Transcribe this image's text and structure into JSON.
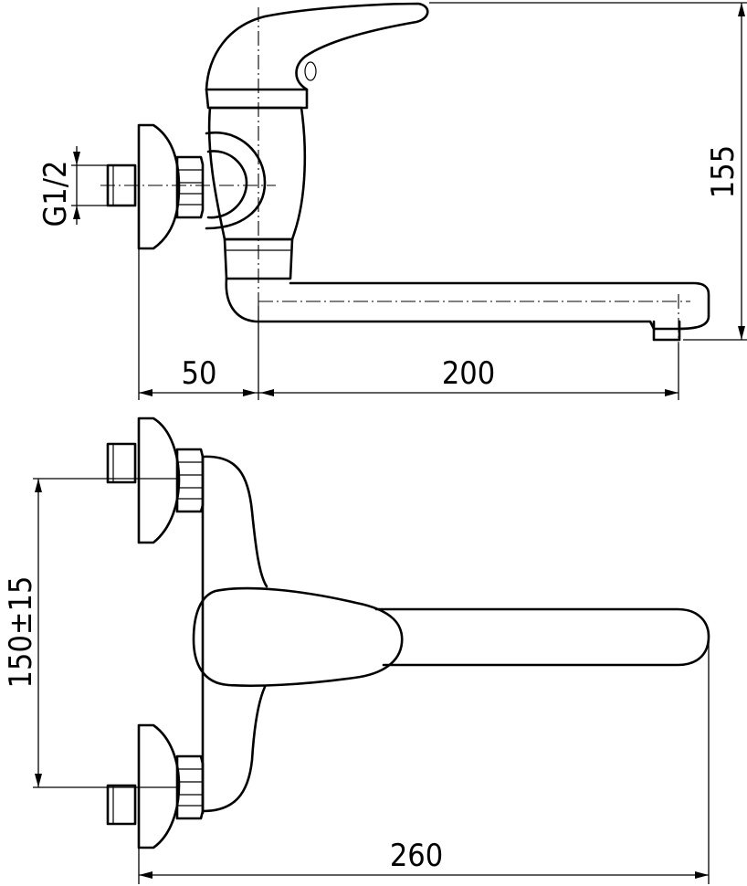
{
  "dimensions": {
    "height_label": "155",
    "thread_label": "G1/2",
    "offset_label": "50",
    "spout_reach_label": "200",
    "spacing_label": "150±15",
    "total_length_label": "260"
  },
  "line_color": "#000000",
  "background_color": "#ffffff"
}
